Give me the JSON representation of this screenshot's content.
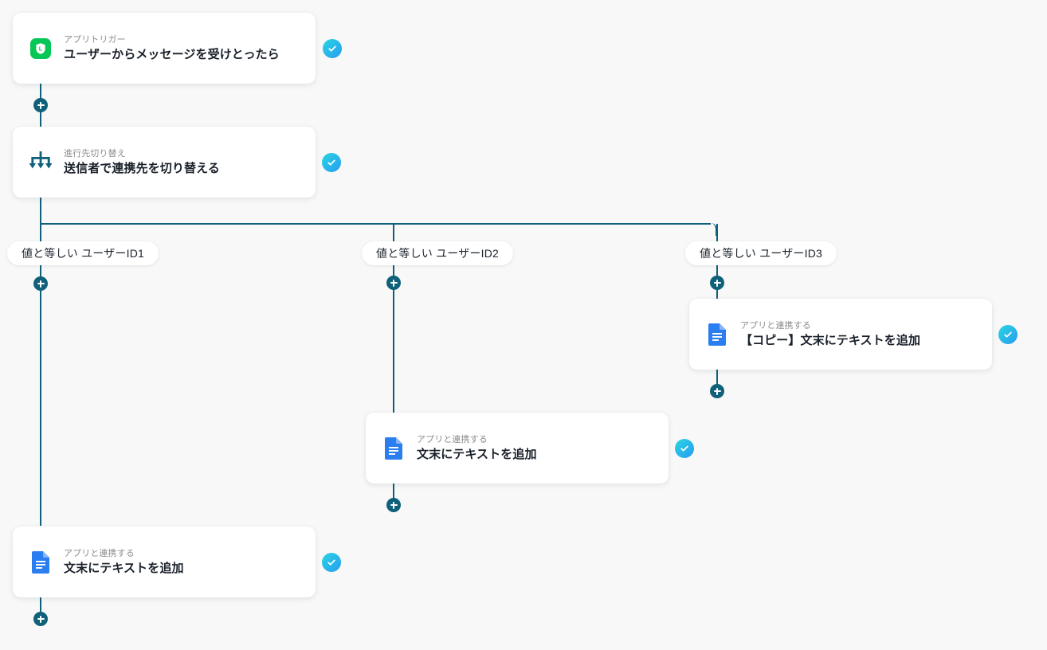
{
  "canvas": {
    "background_color": "#f8f8f8",
    "line_color": "#0f617a",
    "accent_color": "#0f617a",
    "status_gradient_from": "#2ad6e0",
    "status_gradient_to": "#2a9bf0"
  },
  "nodes": [
    {
      "id": "trigger",
      "icon": "line-app-icon",
      "subtitle": "アプリトリガー",
      "title": "ユーザーからメッセージを受けとったら",
      "status": "ok"
    },
    {
      "id": "branch-switch",
      "icon": "branch-switch-icon",
      "subtitle": "進行先切り替え",
      "title": "送信者で連携先を切り替える",
      "status": "ok"
    },
    {
      "id": "action-id3",
      "icon": "google-docs-icon",
      "subtitle": "アプリと連携する",
      "title": "【コピー】文末にテキストを追加",
      "status": "ok"
    },
    {
      "id": "action-id2",
      "icon": "google-docs-icon",
      "subtitle": "アプリと連携する",
      "title": "文末にテキストを追加",
      "status": "ok"
    },
    {
      "id": "action-id1",
      "icon": "google-docs-icon",
      "subtitle": "アプリと連携する",
      "title": "文末にテキストを追加",
      "status": "ok"
    }
  ],
  "branches": [
    {
      "id": "branch-1",
      "label": "値と等しい ユーザーID1"
    },
    {
      "id": "branch-2",
      "label": "値と等しい ユーザーID2"
    },
    {
      "id": "branch-3",
      "label": "値と等しい ユーザーID3"
    }
  ],
  "add_buttons": [
    {
      "id": "add-after-trigger",
      "label": "+"
    },
    {
      "id": "add-branch-1",
      "label": "+"
    },
    {
      "id": "add-branch-2",
      "label": "+"
    },
    {
      "id": "add-branch-3",
      "label": "+"
    },
    {
      "id": "add-after-id3-action",
      "label": "+"
    },
    {
      "id": "add-after-id2-action",
      "label": "+"
    },
    {
      "id": "add-after-id1-action",
      "label": "+"
    }
  ]
}
